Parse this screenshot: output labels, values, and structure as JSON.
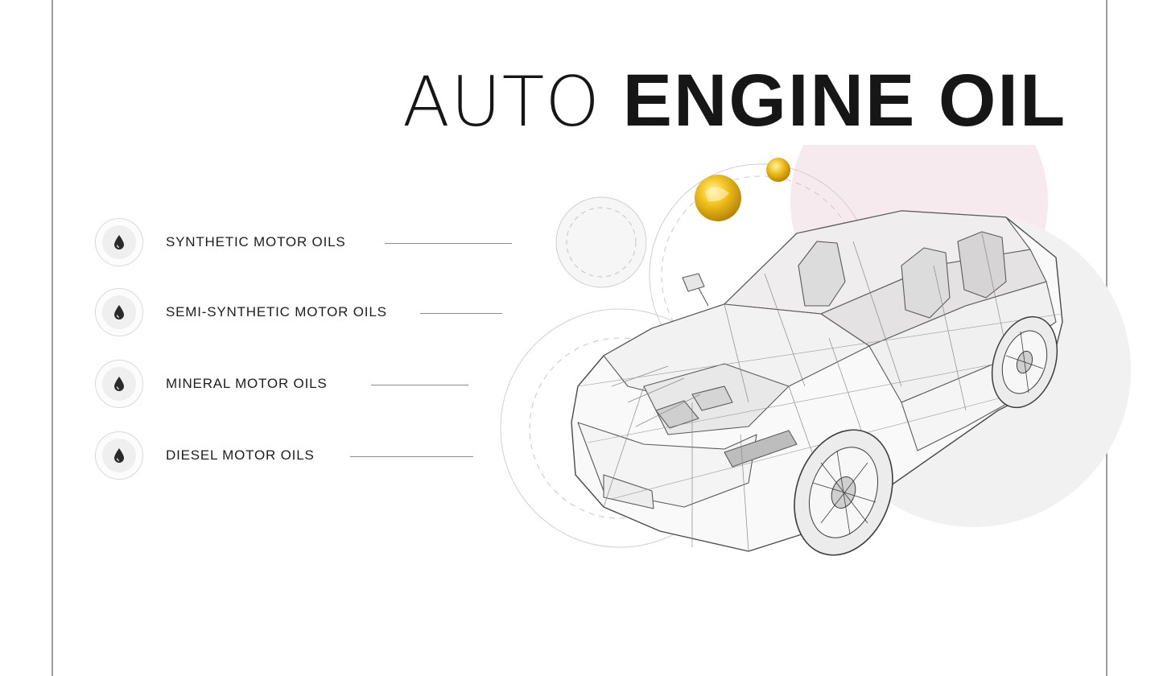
{
  "title": {
    "light": "AUTO",
    "bold": "ENGINE OIL"
  },
  "menu": {
    "items": [
      {
        "label": "SYNTHETIC MOTOR OILS",
        "icon": "oil-drop-icon"
      },
      {
        "label": "SEMI-SYNTHETIC MOTOR OILS",
        "icon": "oil-drop-icon"
      },
      {
        "label": "MINERAL MOTOR OILS",
        "icon": "oil-drop-icon"
      },
      {
        "label": "DIESEL MOTOR OILS",
        "icon": "oil-drop-icon"
      }
    ]
  },
  "colors": {
    "text": "#161616",
    "accent_gold": "#e0b21a",
    "pink_circle": "#f7eaee",
    "grey_circle": "#f1f1f1",
    "frame": "#9e9e9e"
  },
  "illustration": {
    "subject": "wireframe-car"
  }
}
